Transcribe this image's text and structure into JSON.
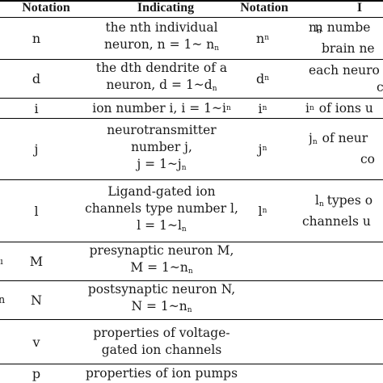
{
  "header": {
    "col1": "Notation",
    "col2": "Indicating",
    "col3": "Notation",
    "col4": "I"
  },
  "rows": [
    {
      "sym": "n",
      "desc": [
        "the nth individual",
        "neuron, n = 1~ n"
      ],
      "desc_sub": "n",
      "sym2": "n",
      "sym2_sub": "n",
      "desc2": [
        "n",
        "n numbe",
        "brain ne"
      ]
    },
    {
      "sym": "d",
      "desc": [
        "the dth dendrite of a",
        "neuron, d = 1~d"
      ],
      "desc_sub": "n",
      "sym2": "d",
      "sym2_sub": "n",
      "desc2": [
        "each neuro",
        "c"
      ]
    },
    {
      "sym": "i",
      "desc": [
        "ion number i, i = 1~i"
      ],
      "desc_sub": "n",
      "sym2": "i",
      "sym2_sub": "n",
      "desc2": [
        "i",
        "n",
        "of ions u"
      ]
    },
    {
      "sym": "j",
      "desc": [
        "neurotransmitter",
        "number j,",
        "j = 1~j"
      ],
      "desc_sub": "n",
      "sym2": "j",
      "sym2_sub": "n",
      "desc2": [
        "j",
        "n",
        "of neur",
        "co"
      ]
    },
    {
      "sym": "l",
      "desc": [
        "Ligand-gated ion",
        "channels type number l,",
        "l = 1~l"
      ],
      "desc_sub": "n",
      "sym2": "l",
      "sym2_sub": "n",
      "desc2": [
        "l",
        "n",
        "types o",
        "channels u"
      ]
    },
    {
      "sym0": "ı",
      "sym": "M",
      "desc": [
        "presynaptic neuron M,",
        "M = 1~n"
      ],
      "desc_sub": "n"
    },
    {
      "sym0": "n",
      "sym": "N",
      "desc": [
        "postsynaptic neuron N,",
        "N = 1~n"
      ],
      "desc_sub": "n"
    },
    {
      "sym": "v",
      "desc": [
        "properties of voltage-",
        "gated ion channels"
      ]
    },
    {
      "sym": "p",
      "desc": [
        "properties of ion pumps"
      ]
    }
  ]
}
